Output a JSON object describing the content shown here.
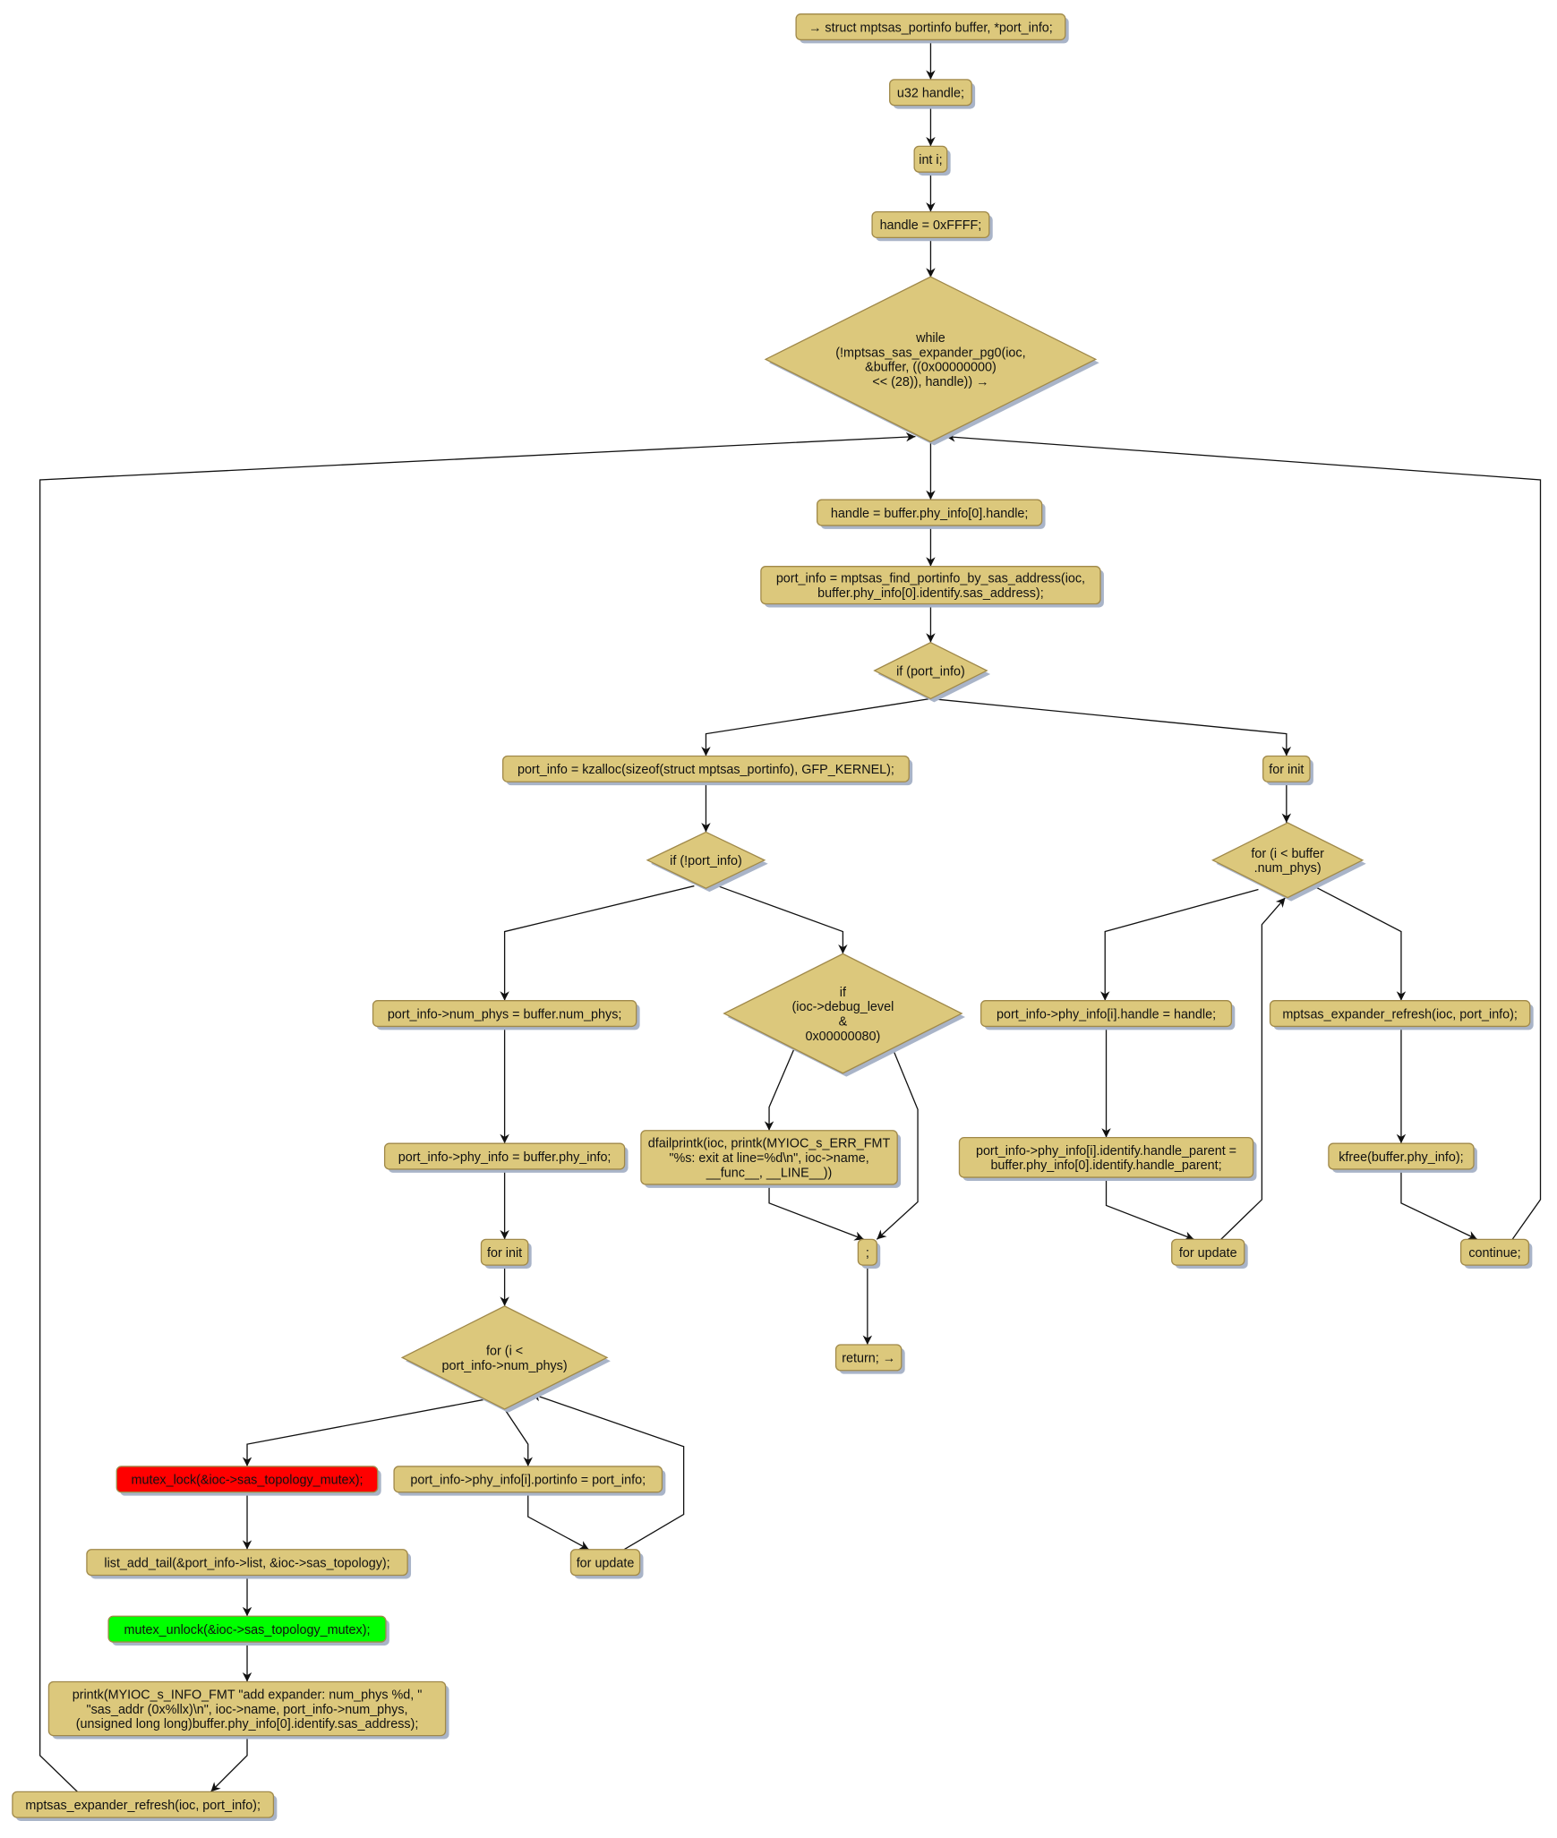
{
  "colors": {
    "node_fill": "#dcc87c",
    "node_stroke": "#a0894a",
    "lock_fill": "#ff0000",
    "unlock_fill": "#00ff00",
    "edge": "#111111"
  },
  "nodes": {
    "n1": {
      "kind": "box",
      "lines": [
        "→ struct mptsas_portinfo buffer, *port_info;"
      ]
    },
    "n2": {
      "kind": "box",
      "lines": [
        "u32 handle;"
      ]
    },
    "n3": {
      "kind": "box",
      "lines": [
        "int i;"
      ]
    },
    "n4": {
      "kind": "box",
      "lines": [
        "handle = 0xFFFF;"
      ]
    },
    "d1": {
      "kind": "decision",
      "lines": [
        "while",
        "(!mptsas_sas_expander_pg0(ioc,",
        "&buffer, ((0x00000000)",
        "<< (28)), handle)) →"
      ]
    },
    "n5": {
      "kind": "box",
      "lines": [
        "handle = buffer.phy_info[0].handle;"
      ]
    },
    "n6": {
      "kind": "box",
      "lines": [
        "port_info = mptsas_find_portinfo_by_sas_address(ioc,",
        "buffer.phy_info[0].identify.sas_address);"
      ]
    },
    "d2": {
      "kind": "decision",
      "lines": [
        "if (port_info)"
      ]
    },
    "n7": {
      "kind": "box",
      "lines": [
        "port_info = kzalloc(sizeof(struct mptsas_portinfo), GFP_KERNEL);"
      ]
    },
    "n8": {
      "kind": "box",
      "lines": [
        "for init"
      ]
    },
    "d3": {
      "kind": "decision",
      "lines": [
        "if (!port_info)"
      ]
    },
    "d4": {
      "kind": "decision",
      "lines": [
        "for (i < buffer",
        ".num_phys)"
      ]
    },
    "n9": {
      "kind": "box",
      "lines": [
        "port_info->num_phys = buffer.num_phys;"
      ]
    },
    "d5": {
      "kind": "decision",
      "lines": [
        "if",
        "(ioc->debug_level",
        "&",
        "0x00000080)"
      ]
    },
    "n10": {
      "kind": "box",
      "lines": [
        "port_info->phy_info[i].handle = handle;"
      ]
    },
    "n11": {
      "kind": "box",
      "lines": [
        "mptsas_expander_refresh(ioc, port_info);"
      ]
    },
    "n12": {
      "kind": "box",
      "lines": [
        "port_info->phy_info = buffer.phy_info;"
      ]
    },
    "n13": {
      "kind": "box",
      "lines": [
        "dfailprintk(ioc, printk(MYIOC_s_ERR_FMT",
        "\"%s: exit at line=%d\\n\", ioc->name,",
        "__func__, __LINE__))"
      ]
    },
    "n14": {
      "kind": "box",
      "lines": [
        "port_info->phy_info[i].identify.handle_parent =",
        "buffer.phy_info[0].identify.handle_parent;"
      ]
    },
    "n15": {
      "kind": "box",
      "lines": [
        "kfree(buffer.phy_info);"
      ]
    },
    "n16": {
      "kind": "box",
      "lines": [
        "for init"
      ]
    },
    "n17": {
      "kind": "box",
      "lines": [
        ";"
      ]
    },
    "n18": {
      "kind": "box",
      "lines": [
        "for update"
      ]
    },
    "n19": {
      "kind": "box",
      "lines": [
        "continue;"
      ]
    },
    "d6": {
      "kind": "decision",
      "lines": [
        "for (i <",
        "port_info->num_phys)"
      ]
    },
    "n20": {
      "kind": "box",
      "lines": [
        "return; →"
      ]
    },
    "n21": {
      "kind": "box",
      "fill": "lock",
      "lines": [
        "mutex_lock(&ioc->sas_topology_mutex);"
      ]
    },
    "n22": {
      "kind": "box",
      "lines": [
        "port_info->phy_info[i].portinfo = port_info;"
      ]
    },
    "n23": {
      "kind": "box",
      "lines": [
        "list_add_tail(&port_info->list, &ioc->sas_topology);"
      ]
    },
    "n24": {
      "kind": "box",
      "lines": [
        "for update"
      ]
    },
    "n25": {
      "kind": "box",
      "fill": "unlock",
      "lines": [
        "mutex_unlock(&ioc->sas_topology_mutex);"
      ]
    },
    "n26": {
      "kind": "box",
      "lines": [
        "printk(MYIOC_s_INFO_FMT \"add expander: num_phys %d, \"",
        "\"sas_addr (0x%llx)\\n\", ioc->name, port_info->num_phys,",
        "(unsigned long long)buffer.phy_info[0].identify.sas_address);"
      ]
    },
    "n27": {
      "kind": "box",
      "lines": [
        "mptsas_expander_refresh(ioc, port_info);"
      ]
    }
  },
  "edges": [
    [
      "n1",
      "n2"
    ],
    [
      "n2",
      "n3"
    ],
    [
      "n3",
      "n4"
    ],
    [
      "n4",
      "d1"
    ],
    [
      "d1",
      "n5"
    ],
    [
      "n5",
      "n6"
    ],
    [
      "n6",
      "d2"
    ],
    [
      "d2",
      "n7"
    ],
    [
      "d2",
      "n8"
    ],
    [
      "n7",
      "d3"
    ],
    [
      "n8",
      "d4"
    ],
    [
      "d3",
      "n9"
    ],
    [
      "d3",
      "d5"
    ],
    [
      "d4",
      "n10"
    ],
    [
      "d4",
      "n11"
    ],
    [
      "n9",
      "n12"
    ],
    [
      "d5",
      "n13"
    ],
    [
      "d5",
      "n17"
    ],
    [
      "n13",
      "n17"
    ],
    [
      "n10",
      "n14"
    ],
    [
      "n14",
      "n18"
    ],
    [
      "n18",
      "d4"
    ],
    [
      "n11",
      "n15"
    ],
    [
      "n15",
      "n19"
    ],
    [
      "n19",
      "d1"
    ],
    [
      "n12",
      "n16"
    ],
    [
      "n16",
      "d6"
    ],
    [
      "n17",
      "n20"
    ],
    [
      "d6",
      "n21"
    ],
    [
      "d6",
      "n22"
    ],
    [
      "n22",
      "n24"
    ],
    [
      "n24",
      "d6"
    ],
    [
      "n21",
      "n23"
    ],
    [
      "n23",
      "n25"
    ],
    [
      "n25",
      "n26"
    ],
    [
      "n26",
      "n27"
    ],
    [
      "n27",
      "d1"
    ]
  ]
}
